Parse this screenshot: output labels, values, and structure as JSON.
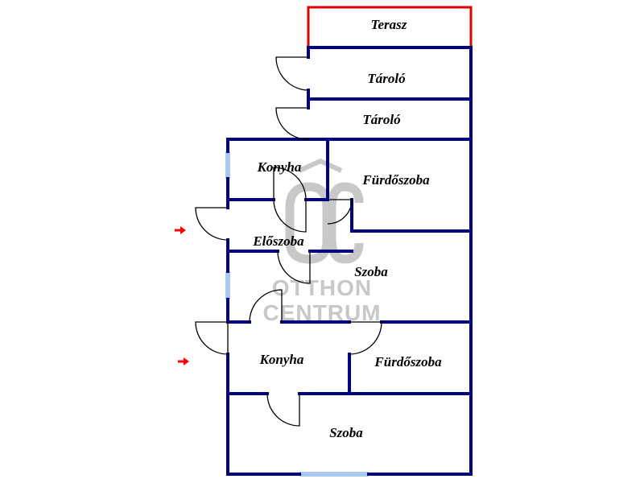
{
  "colors": {
    "wall": "#000080",
    "terrace": "#e00000",
    "window": "#a8c8ee",
    "entry_arrow": "#ff0000",
    "watermark": "#c8c8c8"
  },
  "rooms": {
    "terasz": "Terasz",
    "tarolo_1": "Tároló",
    "tarolo_2": "Tároló",
    "konyha_1": "Konyha",
    "furdoszoba_1": "Fürdőszoba",
    "eloszoba": "Előszoba",
    "szoba_1": "Szoba",
    "konyha_2": "Konyha",
    "furdoszoba_2": "Fürdőszoba",
    "szoba_2": "Szoba"
  },
  "watermark": {
    "logo_letters": "OC",
    "line1": "OTTHON",
    "line2": "CENTRUM"
  },
  "entry_arrows": [
    "entry-arrow-upper",
    "entry-arrow-lower"
  ],
  "icons": [
    "entry-arrow-icon",
    "door-swing-icon",
    "window-icon"
  ]
}
